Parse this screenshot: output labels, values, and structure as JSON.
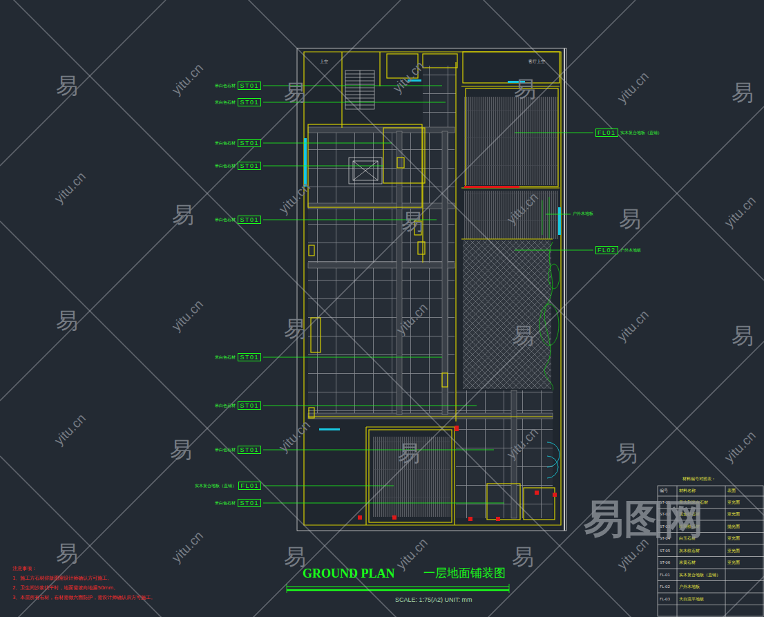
{
  "diagram": {
    "title": "GROUND PLAN",
    "caption": "SCALE: 1:75(A2) UNIT: mm",
    "nodes": [
      {
        "text": [
          "ST01",
          "米白色石材"
        ]
      },
      {
        "text": [
          "ST01",
          "米白色石材"
        ]
      },
      {
        "text": [
          "ST01",
          "米白色石材"
        ]
      },
      {
        "text": [
          "ST01",
          "米白色石材"
        ]
      },
      {
        "text": [
          "ST01",
          "米白色石材"
        ]
      },
      {
        "text": [
          "ST01",
          "米白色石材"
        ]
      },
      {
        "text": [
          "ST01",
          "米白色石材"
        ]
      },
      {
        "text": [
          "ST01",
          "米白色石材"
        ]
      },
      {
        "text": [
          "FL01",
          "实木复合地板（直铺）"
        ]
      },
      {
        "text": [
          "ST01",
          "米白色石材"
        ]
      },
      {
        "text": [
          "FL01",
          "实木复合地板（直铺）"
        ]
      },
      {
        "text": [
          "FL02",
          "户外木地板"
        ]
      }
    ],
    "labels": [
      "一层地面铺装图",
      "注意事项：",
      "1、施工方石材排版图需设计师确认方可施工。",
      "2、卫生间沙浆找平时，地面需坡向地漏50mm。",
      "3、本层所有石材，石材需做六面防护，需设计师确认后方可施工。",
      "材料编号对照表：",
      "编号",
      "材料名称",
      "表面",
      "ST-01",
      "意大利米白石材",
      "亚光面",
      "ST-02",
      "黑金砂石材",
      "亚光面",
      "ST-03",
      "啡网纹石材",
      "抛光面",
      "ST-04",
      "白玉石材",
      "亚光面",
      "ST-05",
      "灰木纹石材",
      "亚光面",
      "ST-06",
      "米黄石材",
      "亚光面",
      "FL-01",
      "实木复合地板（直铺）",
      "FL-02",
      "户外木地板",
      "FL-03",
      "大自流平地板",
      "户外木地板",
      "上空",
      "客厅上空",
      "易",
      "易",
      "易",
      "易",
      "易",
      "易",
      "易",
      "易",
      "易",
      "易",
      "易",
      "易",
      "易",
      "易",
      "易",
      "易",
      "易",
      "yitu.cn",
      "yitu.cn",
      "yitu.cn",
      "yitu.cn",
      "yitu.cn",
      "yitu.cn",
      "yitu.cn",
      "yitu.cn",
      "yitu.cn",
      "yitu.cn",
      "yitu.cn",
      "yitu.cn",
      "yitu.cn",
      "yitu.cn",
      "yitu.cn",
      "yitu.cn",
      "yitu.cn",
      "易图网"
    ]
  }
}
